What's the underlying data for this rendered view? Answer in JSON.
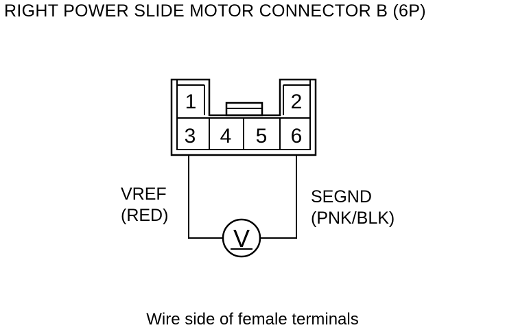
{
  "title": "RIGHT POWER SLIDE MOTOR CONNECTOR B (6P)",
  "connector": {
    "pins_top": [
      "1",
      "2"
    ],
    "pins_bottom": [
      "3",
      "4",
      "5",
      "6"
    ]
  },
  "left_wire": {
    "signal": "VREF",
    "color": "(RED)"
  },
  "right_wire": {
    "signal": "SEGND",
    "color": "(PNK/BLK)"
  },
  "meter": {
    "symbol": "V"
  },
  "caption": "Wire side of female terminals"
}
